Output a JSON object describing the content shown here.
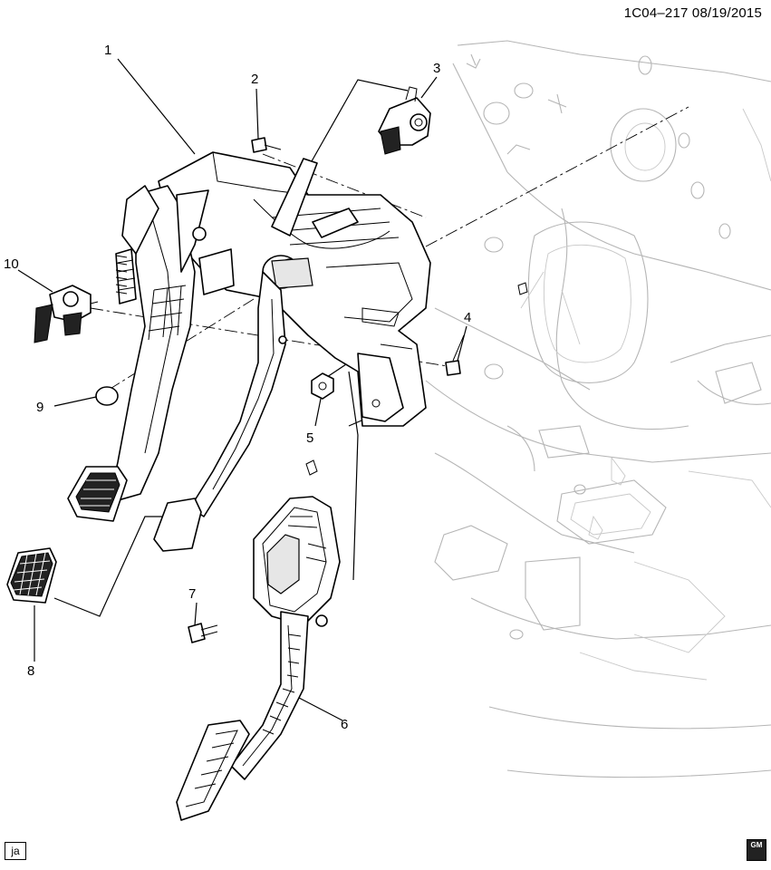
{
  "header": {
    "doc_id": "1C04–217  08/19/2015"
  },
  "callouts": {
    "c1": "1",
    "c2": "2",
    "c3": "3",
    "c4": "4",
    "c5": "5",
    "c6": "6",
    "c7": "7",
    "c8": "8",
    "c9": "9",
    "c10": "10"
  },
  "footer": {
    "badge": "ja",
    "logo_text": "GM"
  }
}
